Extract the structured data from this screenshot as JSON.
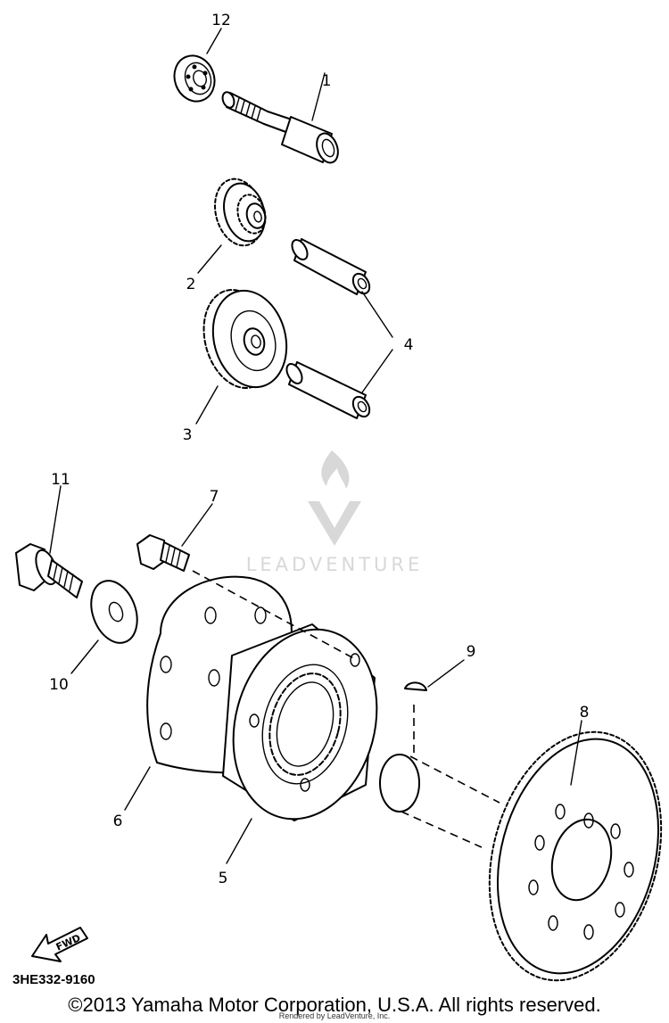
{
  "callouts": {
    "c1": "1",
    "c2": "2",
    "c3": "3",
    "c4": "4",
    "c5": "5",
    "c6": "6",
    "c7": "7",
    "c8": "8",
    "c9": "9",
    "c10": "10",
    "c11": "11",
    "c12": "12"
  },
  "watermark": {
    "text": "LEADVENTURE"
  },
  "fwd_label": "FWD",
  "part_code": "3HE332-9160",
  "copyright": "©2013 Yamaha Motor Corporation, U.S.A. All rights reserved.",
  "rendered_by": "Rendered by LeadVenture, Inc."
}
